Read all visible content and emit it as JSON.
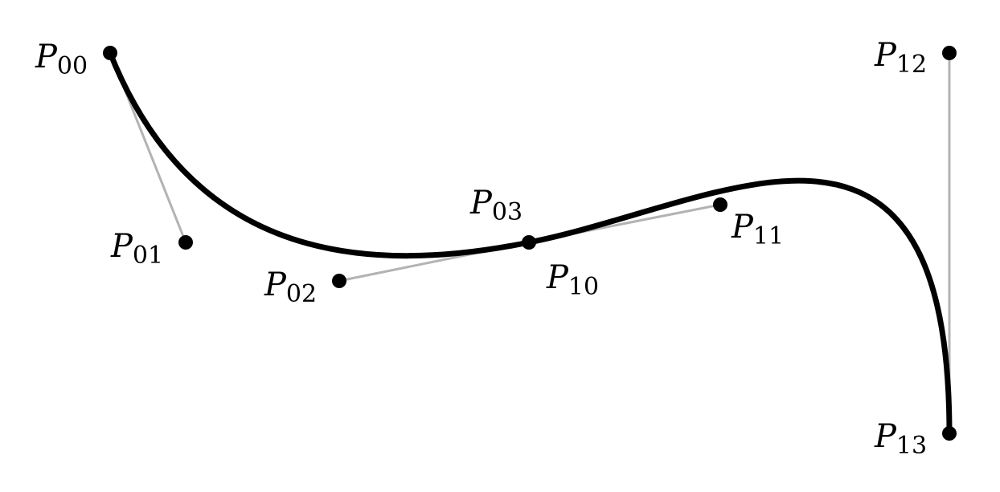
{
  "colors": {
    "curve": "#000000",
    "control_polygon": "#b3b3b3",
    "point": "#000000",
    "background": "#ffffff"
  },
  "points": {
    "p00": {
      "letter": "P",
      "sub": "00"
    },
    "p01": {
      "letter": "P",
      "sub": "01"
    },
    "p02": {
      "letter": "P",
      "sub": "02"
    },
    "p03": {
      "letter": "P",
      "sub": "03"
    },
    "p10": {
      "letter": "P",
      "sub": "10"
    },
    "p11": {
      "letter": "P",
      "sub": "11"
    },
    "p12": {
      "letter": "P",
      "sub": "12"
    },
    "p13": {
      "letter": "P",
      "sub": "13"
    }
  }
}
